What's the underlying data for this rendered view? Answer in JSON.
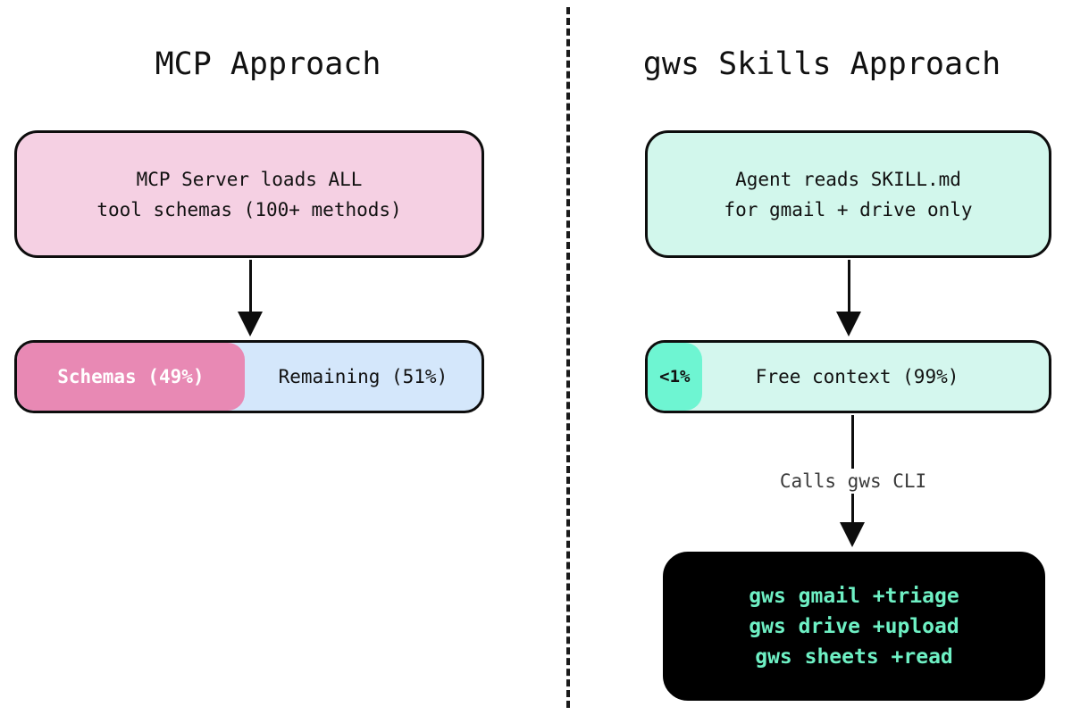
{
  "diagram": {
    "divider": "dashed-vertical",
    "colors": {
      "mcp_box_fill": "#f5d0e3",
      "mcp_used_fill": "#e889b4",
      "mcp_free_fill": "#d4e7fb",
      "gws_box_fill": "#d2f7ec",
      "gws_used_fill": "#6ef5d2",
      "gws_free_fill": "#d4f7ee",
      "terminal_bg": "#000000",
      "terminal_text": "#6ef0c4",
      "outline": "#0d0d0d"
    },
    "left": {
      "title": "MCP Approach",
      "top_box": {
        "line1": "MCP Server loads ALL",
        "line2": "tool schemas (100+ methods)"
      },
      "bar": {
        "used_label": "Schemas (49%)",
        "used_percent": 49,
        "free_label": "Remaining (51%)",
        "free_percent": 51
      }
    },
    "right": {
      "title": "gws Skills Approach",
      "top_box": {
        "line1": "Agent reads SKILL.md",
        "line2": "for gmail + drive only"
      },
      "bar": {
        "used_label": "<1%",
        "used_percent": 1,
        "free_label": "Free context (99%)",
        "free_percent": 99
      },
      "edge_label": "Calls gws CLI",
      "terminal": {
        "line1": "gws gmail +triage",
        "line2": "gws drive +upload",
        "line3": "gws sheets +read"
      }
    }
  }
}
